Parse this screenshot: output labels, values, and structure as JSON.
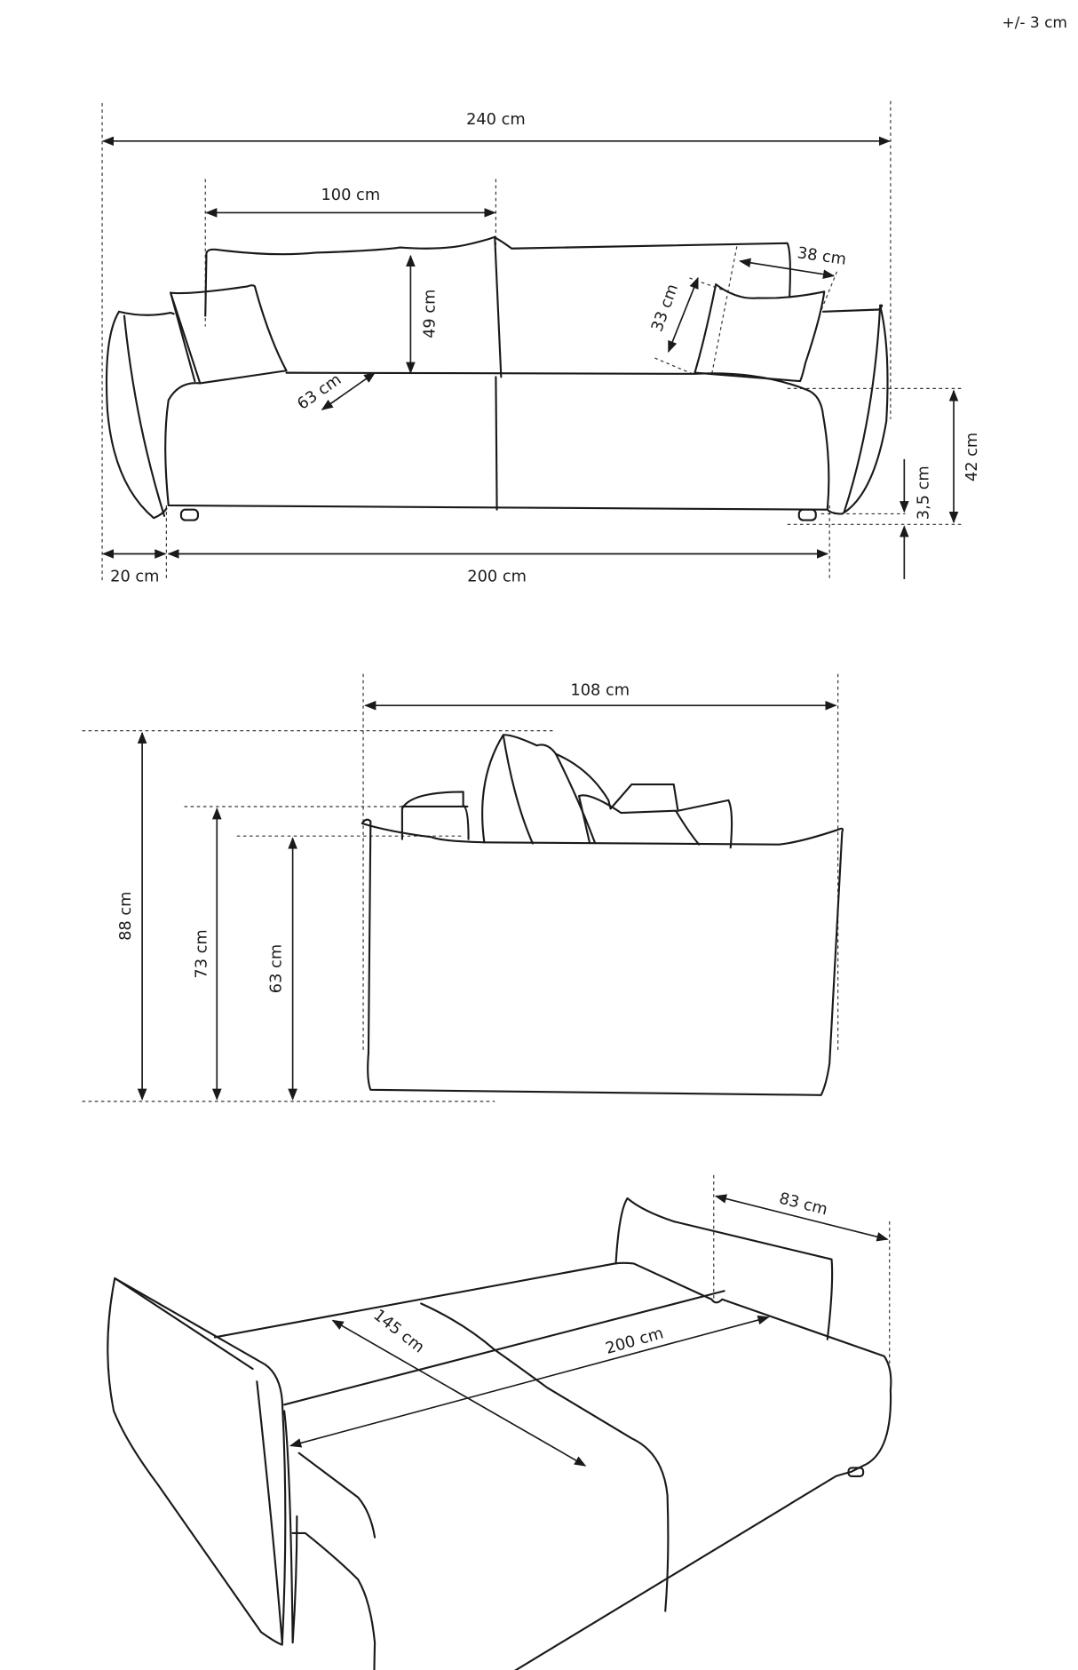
{
  "tolerance": "+/- 3 cm",
  "front_view": {
    "total_width": "240 cm",
    "back_cushion_width": "100 cm",
    "back_cushion_height": "49 cm",
    "seat_depth": "63 cm",
    "throw_pillow_height": "33 cm",
    "throw_pillow_width": "38 cm",
    "seat_height": "42 cm",
    "leg_height": "3,5 cm",
    "armrest_width": "20 cm",
    "seat_width": "200 cm"
  },
  "side_view": {
    "depth": "108 cm",
    "total_height": "88 cm",
    "armrest_height": "73 cm",
    "back_frame_height": "63 cm"
  },
  "bed_view": {
    "backrest_depth": "83 cm",
    "sleeping_width": "145 cm",
    "sleeping_length": "200 cm"
  }
}
